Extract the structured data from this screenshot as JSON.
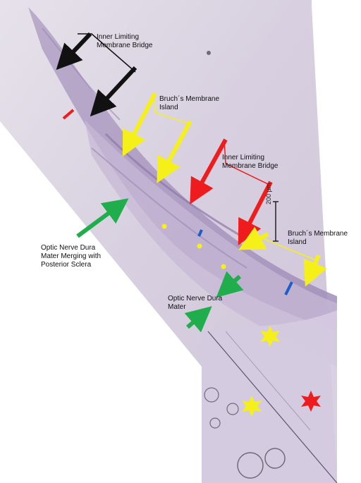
{
  "labels": {
    "ilm_bridge_1": "Inner Limiting\nMembrane Bridge",
    "bruchs_island_1": "Bruch´s Membrane\nIsland",
    "ilm_bridge_2": "Inner Limiting\nMembrane Bridge",
    "bruchs_island_2": "Bruch´s Membrane\nIsland",
    "dura_merging": "Optic Nerve Dura\nMater Merging with\nPosterior Sclera",
    "dura_mater": "Optic Nerve Dura\nMater"
  },
  "scale_bar": {
    "text": "200 µm"
  },
  "colors": {
    "black_arrow": "#111111",
    "yellow_arrow": "#f5f01a",
    "red_arrow": "#ee1c1c",
    "green_arrow": "#1fae4b",
    "blue_marker": "#1e5cc8",
    "tissue_light": "#dcd6e4",
    "tissue_mid": "#b9aac9",
    "tissue_dark": "#8e76a8",
    "background": "#ffffff"
  }
}
